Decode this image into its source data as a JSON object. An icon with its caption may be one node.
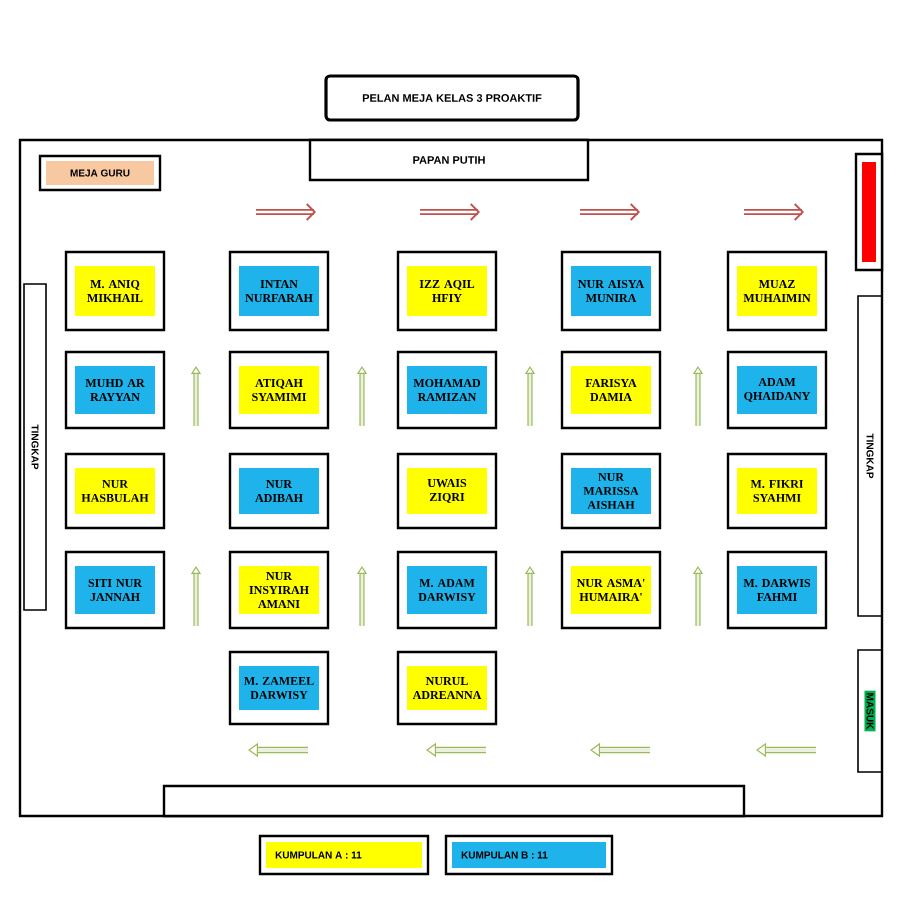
{
  "diagram": {
    "title": "PELAN MEJA KELAS 3 PROAKTIF",
    "nodes": [
      {
        "text": [
          "MEJA GURU"
        ]
      },
      {
        "text": [
          "PAPAN PUTIH"
        ]
      },
      {
        "text": [],
        "shape": "bar"
      },
      {
        "text": [
          "TINGKAP"
        ]
      },
      {
        "text": [
          "TINGKAP"
        ]
      },
      {
        "text": [
          "M. ANIQ MIKHAIL"
        ]
      },
      {
        "text": [
          "INTAN NURFARAH"
        ]
      },
      {
        "text": [
          "IZZ AQIL HFIY"
        ]
      },
      {
        "text": [
          "NUR AISYA MUNIRA"
        ]
      },
      {
        "text": [
          "MUAZ MUHAIMIN"
        ]
      },
      {
        "text": [
          "MUHD AR RAYYAN"
        ]
      },
      {
        "text": [
          "ATIQAH SYAMIMI"
        ]
      },
      {
        "text": [
          "MOHAMAD RAMIZAN"
        ]
      },
      {
        "text": [
          "FARISYA DAMIA"
        ]
      },
      {
        "text": [
          "ADAM QHAIDANY"
        ]
      },
      {
        "text": [
          "NUR HASBULAH"
        ]
      },
      {
        "text": [
          "NUR ADIBAH"
        ]
      },
      {
        "text": [
          "UWAIS ZIQRI"
        ]
      },
      {
        "text": [
          "NUR MARISSA AISHAH"
        ]
      },
      {
        "text": [
          "M. FIKRI SYAHMI"
        ]
      },
      {
        "text": [
          "SITI NUR JANNAH"
        ]
      },
      {
        "text": [
          "NUR INSYIRAH AMANI"
        ]
      },
      {
        "text": [
          "M. ADAM DARWISY"
        ]
      },
      {
        "text": [
          "NUR ASMA' HUMAIRA'"
        ]
      },
      {
        "text": [
          "M. DARWIS FAHMI"
        ]
      },
      {
        "text": [
          "M. ZAMEEL DARWISY"
        ]
      },
      {
        "text": [
          "NURUL ADREANNA"
        ]
      },
      {
        "text": [
          "MASUK"
        ]
      },
      {
        "text": [],
        "shape": "bar"
      }
    ],
    "edges": [],
    "legend": [
      {
        "text": "KUMPULAN A : 11",
        "color": "#ffff00"
      },
      {
        "text": "KUMPULAN B : 11",
        "color": "#1eb4eb"
      }
    ]
  }
}
